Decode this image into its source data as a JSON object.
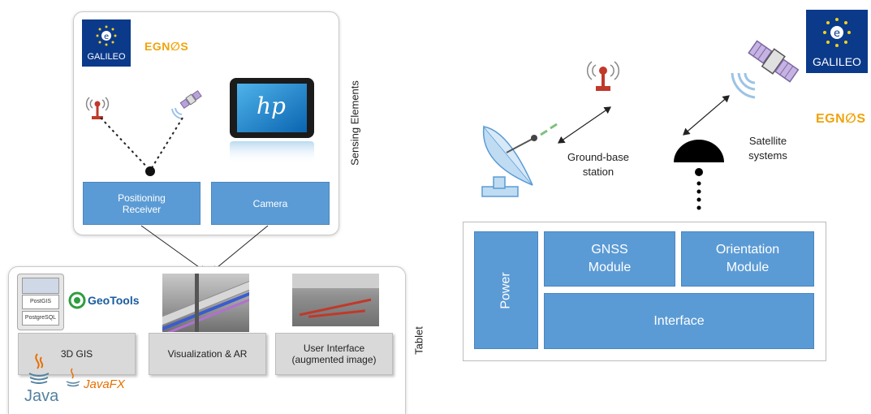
{
  "left": {
    "sensing_label": "Sensing Elements",
    "tablet_label": "Tablet",
    "galileo_text": "GALILEO",
    "egnos_text": "EGN∅S",
    "hp_text": "hp",
    "boxes": {
      "positioning": [
        "Positioning",
        "Receiver"
      ],
      "camera": "Camera",
      "gis": "3D GIS",
      "visualization": "Visualization & AR",
      "user_interface": [
        "User Interface",
        "(augmented image)"
      ]
    },
    "db_labels": [
      "PostGIS",
      "PostgreSQL"
    ],
    "geotools_text": "GeoTools",
    "java_text": "Java",
    "javafx_text": "JavaFX"
  },
  "right": {
    "galileo_text": "GALILEO",
    "egnos_text": "EGN∅S",
    "ground_station_label": [
      "Ground-base",
      "station"
    ],
    "satellite_label": [
      "Satellite",
      "systems"
    ],
    "boxes": {
      "power": "Power",
      "gnss": [
        "GNSS",
        "Module"
      ],
      "orientation": [
        "Orientation",
        "Module"
      ],
      "interface": "Interface"
    }
  },
  "colors": {
    "module_blue": "#5b9bd5",
    "gray_box": "#d9d9d9",
    "galileo_navy": "#0b3a8a",
    "egnos_orange": "#f0a30a"
  }
}
